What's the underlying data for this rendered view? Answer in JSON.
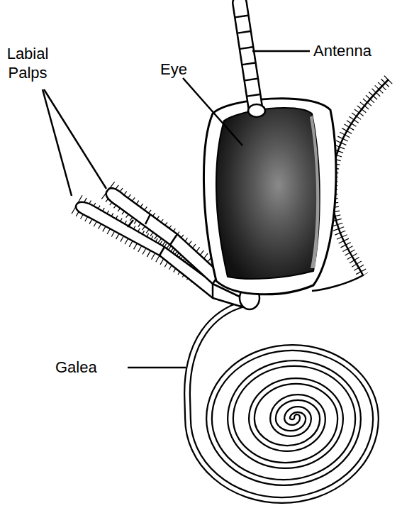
{
  "diagram": {
    "labels": [
      "Antenna",
      "Labial Palps",
      "Eye",
      "Galea"
    ]
  }
}
